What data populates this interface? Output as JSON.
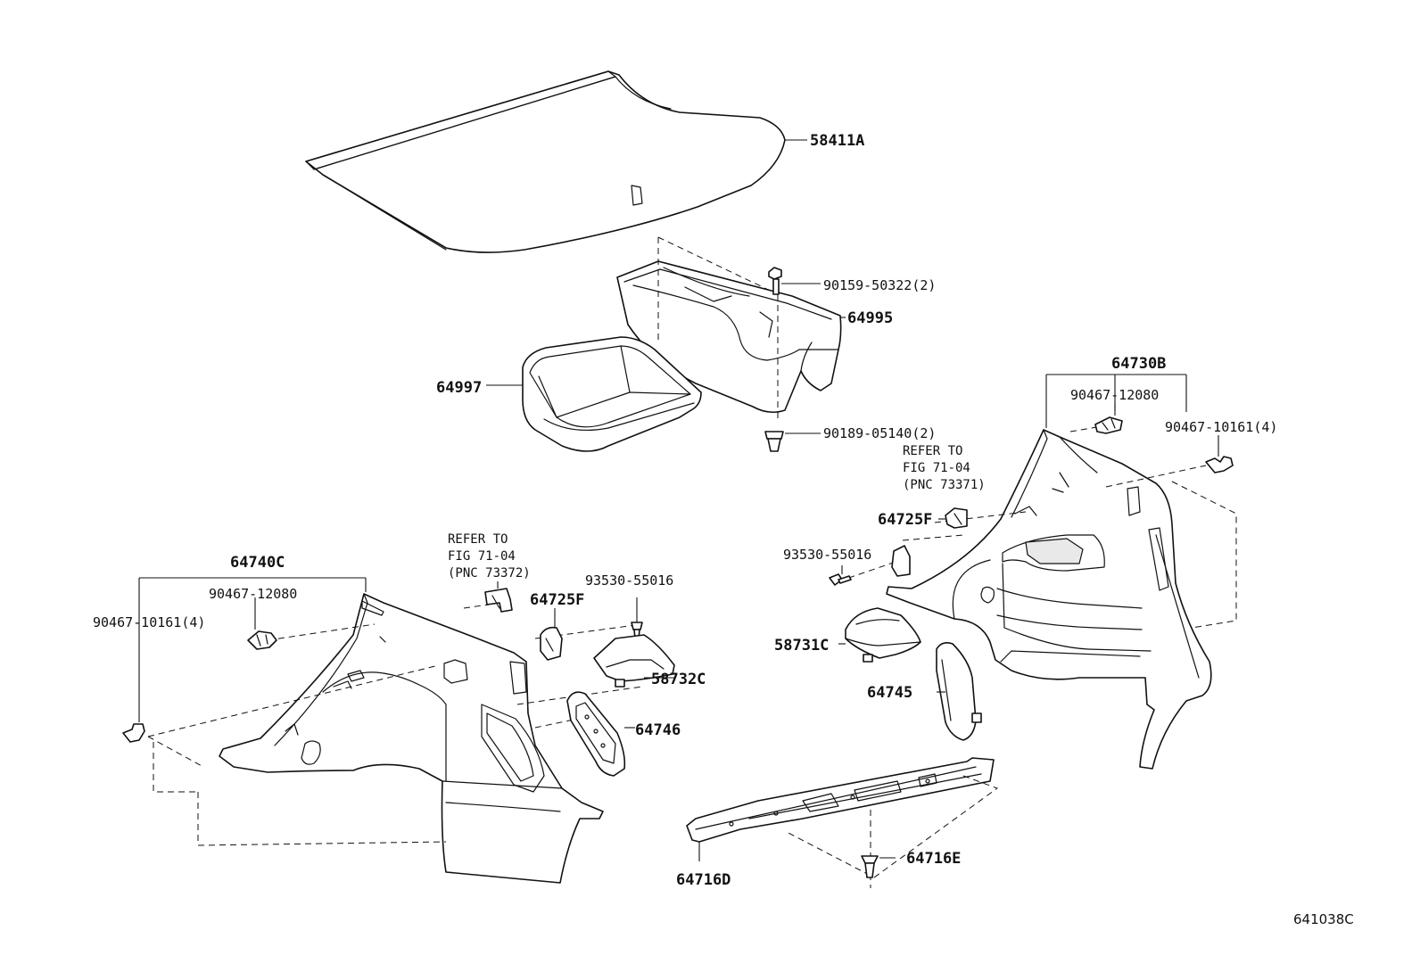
{
  "diagram_code": "641038C",
  "labels": {
    "p58411a": "58411A",
    "p90159": "90159-50322(2)",
    "p64995": "64995",
    "p64997": "64997",
    "p90189": "90189-05140(2)",
    "p64730b": "64730B",
    "p90467_12080_r": "90467-12080",
    "p90467_10161_r": "90467-10161(4)",
    "p64725f_r": "64725F",
    "p93530_r": "93530-55016",
    "p58731c": "58731C",
    "p64745": "64745",
    "p64716d": "64716D",
    "p64716e": "64716E",
    "p64740c": "64740C",
    "p90467_12080_l": "90467-12080",
    "p90467_10161_l": "90467-10161(4)",
    "p64725f_l": "64725F",
    "p93530_l": "93530-55016",
    "p58732c": "58732C",
    "p64746": "64746"
  },
  "refs": {
    "right": {
      "line1": "REFER TO",
      "line2": "FIG 71-04",
      "line3": "(PNC 73371)"
    },
    "left": {
      "line1": "REFER TO",
      "line2": "FIG 71-04",
      "line3": "(PNC 73372)"
    }
  }
}
